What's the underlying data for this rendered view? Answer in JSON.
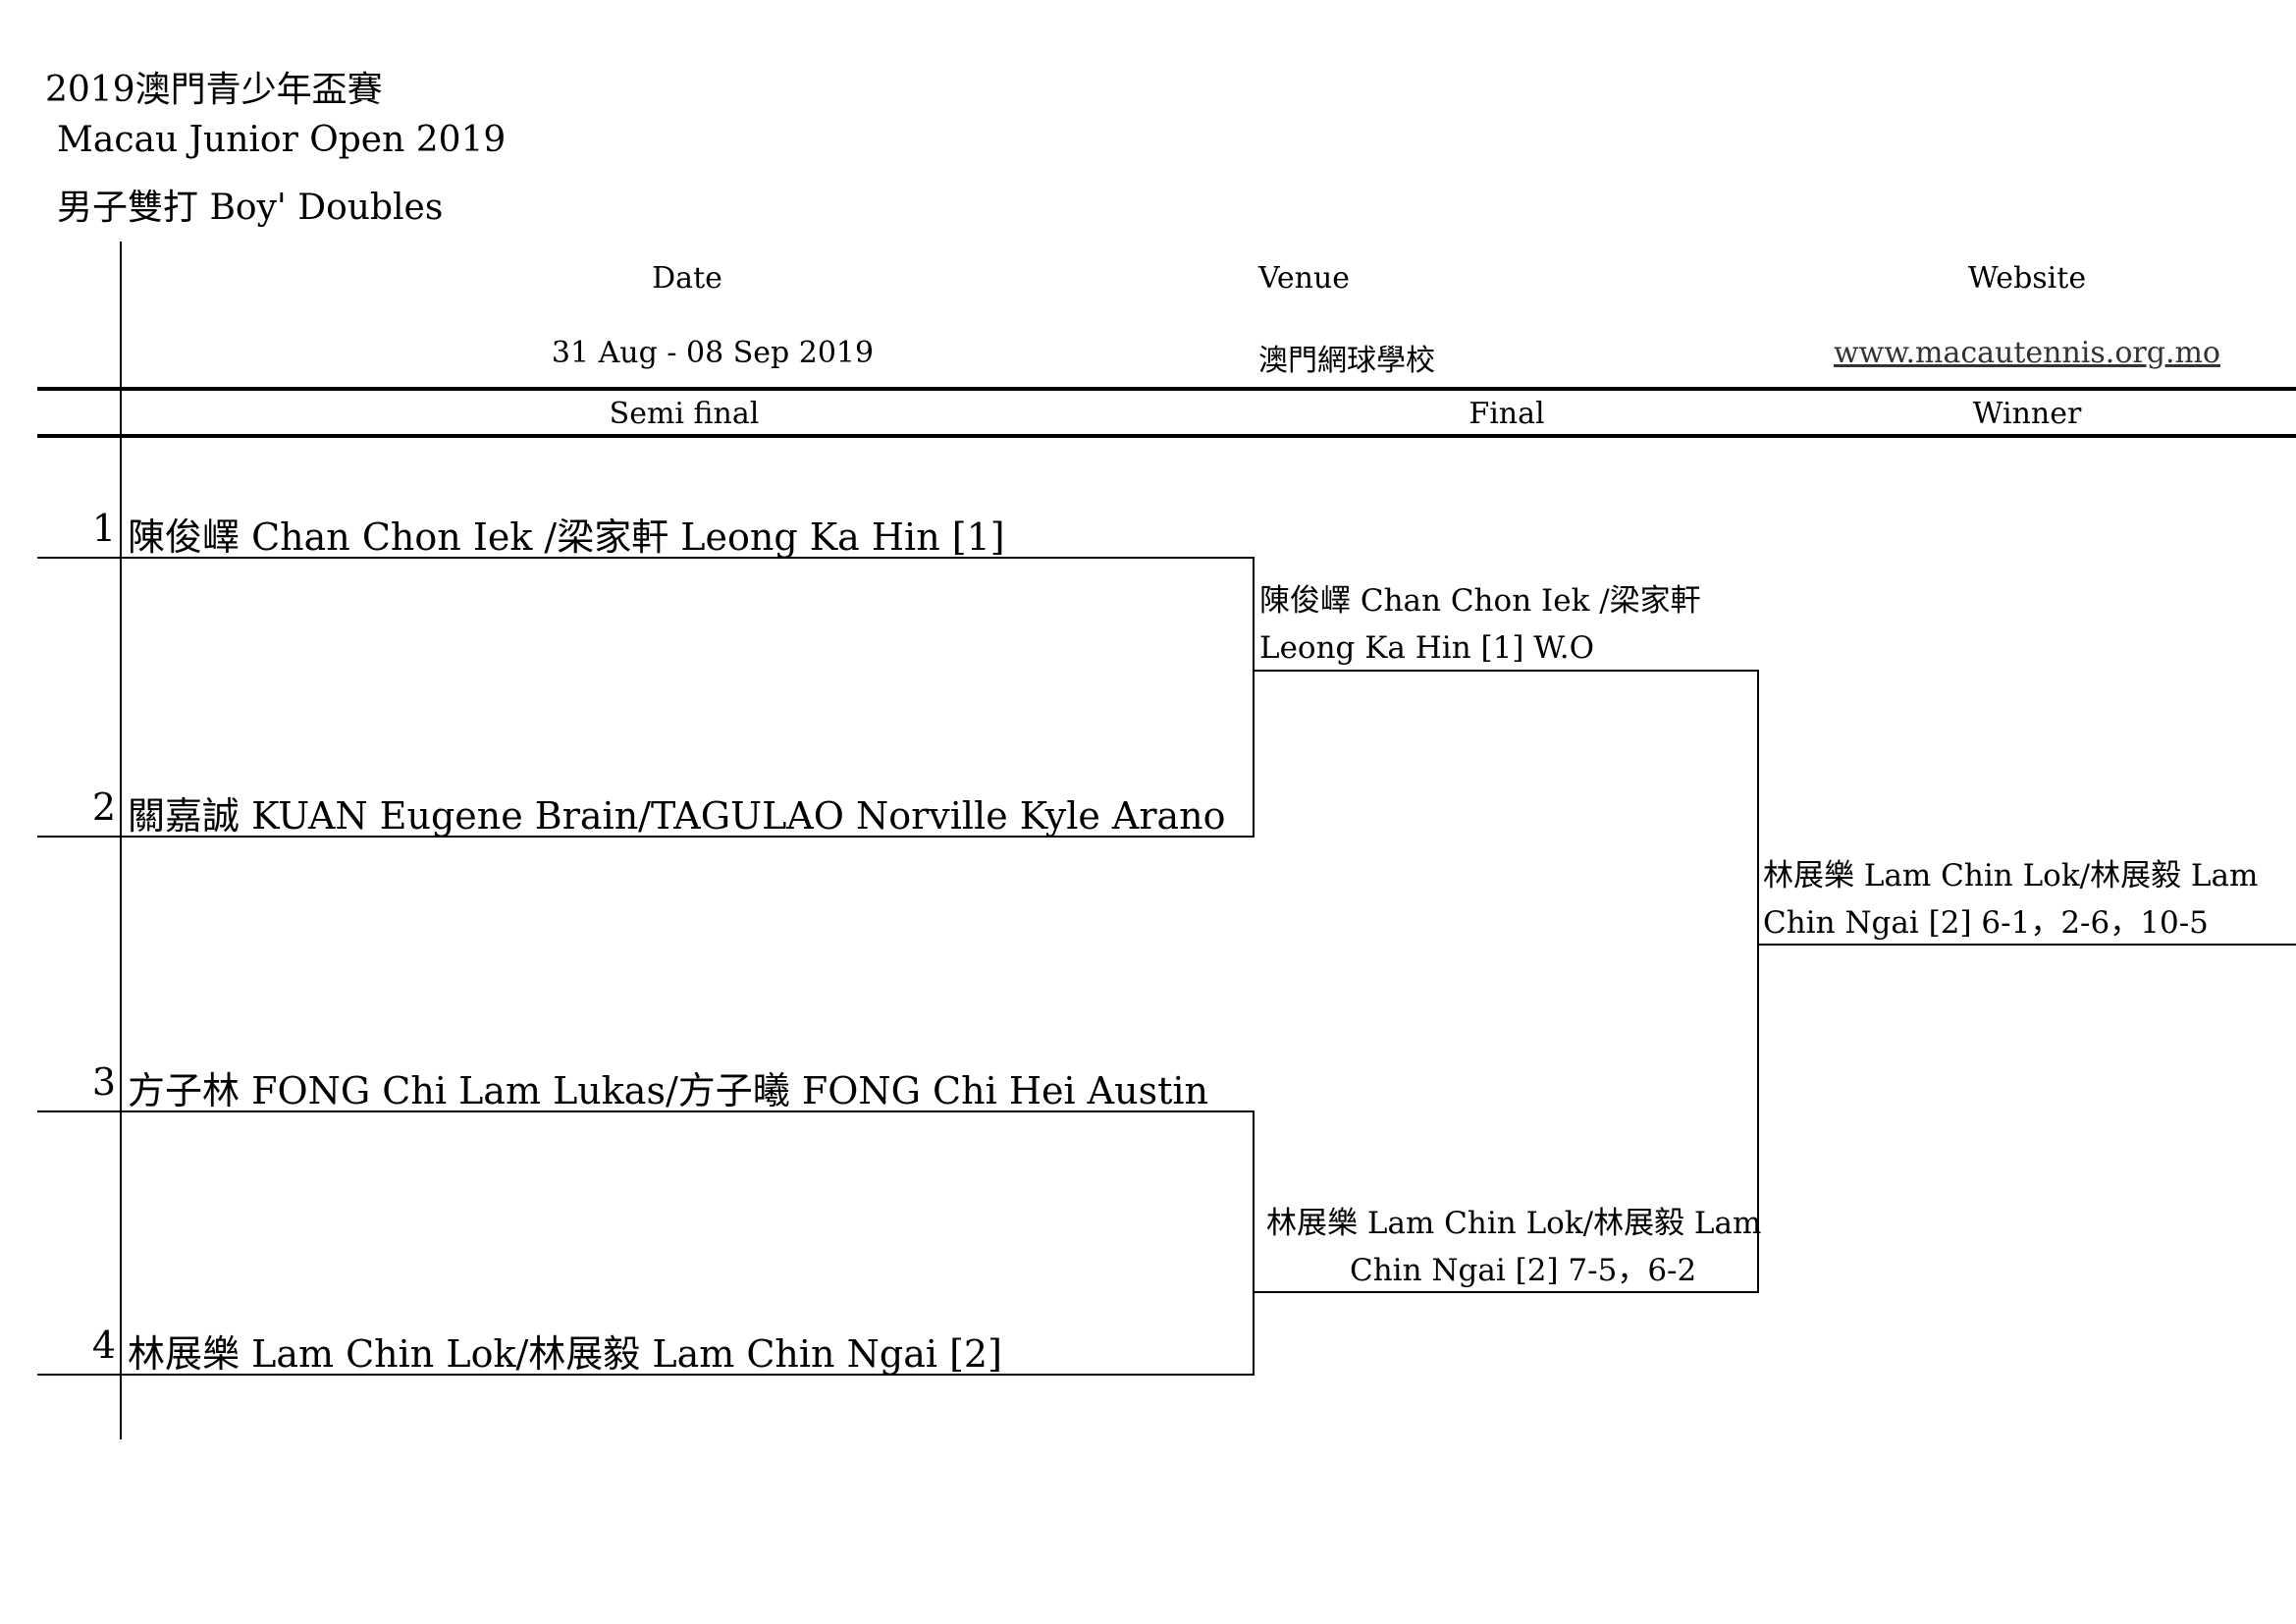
{
  "header": {
    "title_zh": "2019澳門青少年盃賽",
    "title_en": "Macau Junior Open 2019",
    "event": "男子雙打 Boy' Doubles"
  },
  "info": {
    "date_label": "Date",
    "date_value": "31 Aug - 08 Sep 2019",
    "venue_label": "Venue",
    "venue_value": "澳門網球學校",
    "website_label": "Website",
    "website_value": "www.macautennis.org.mo"
  },
  "rounds": [
    "Semi final",
    "Final",
    "Winner"
  ],
  "entries": [
    {
      "seed_no": "1",
      "name": "陳俊嶧 Chan Chon Iek /梁家軒  Leong Ka Hin [1]"
    },
    {
      "seed_no": "2",
      "name": " 關嘉誠 KUAN  Eugene Brain/TAGULAO  Norville Kyle Arano"
    },
    {
      "seed_no": "3",
      "name": "方子林 FONG Chi Lam Lukas/方子曦 FONG Chi Hei Austin"
    },
    {
      "seed_no": "4",
      "name": "林展樂 Lam Chin Lok/林展毅 Lam Chin Ngai  [2]"
    }
  ],
  "final": {
    "top_line1": "陳俊嶧 Chan Chon Iek /梁家軒",
    "top_line2": "Leong Ka Hin [1] W.O",
    "bottom_line1": "林展樂 Lam Chin Lok/林展毅 Lam",
    "bottom_line2": "Chin Ngai  [2] 7-5，6-2"
  },
  "winner": {
    "line1": "林展樂 Lam Chin Lok/林展毅 Lam",
    "line2": "Chin Ngai  [2] 6-1，2-6，10-5"
  }
}
